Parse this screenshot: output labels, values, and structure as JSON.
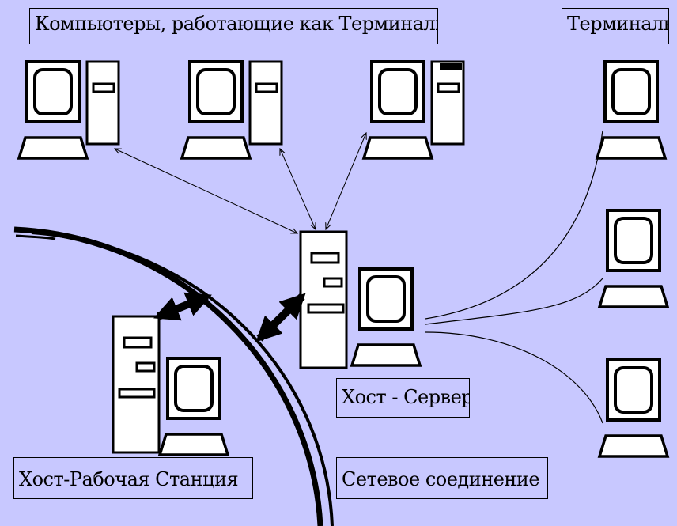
{
  "labels": {
    "terminal_computers": "Компьютеры, работающие как Терминалы",
    "terminals": "Терминалы",
    "host_server": "Хост - Сервер",
    "host_workstation": "Хост-Рабочая Станция",
    "network_connection": "Сетевое соединение"
  },
  "colors": {
    "background": "#c8c8ff",
    "line": "#000000"
  }
}
